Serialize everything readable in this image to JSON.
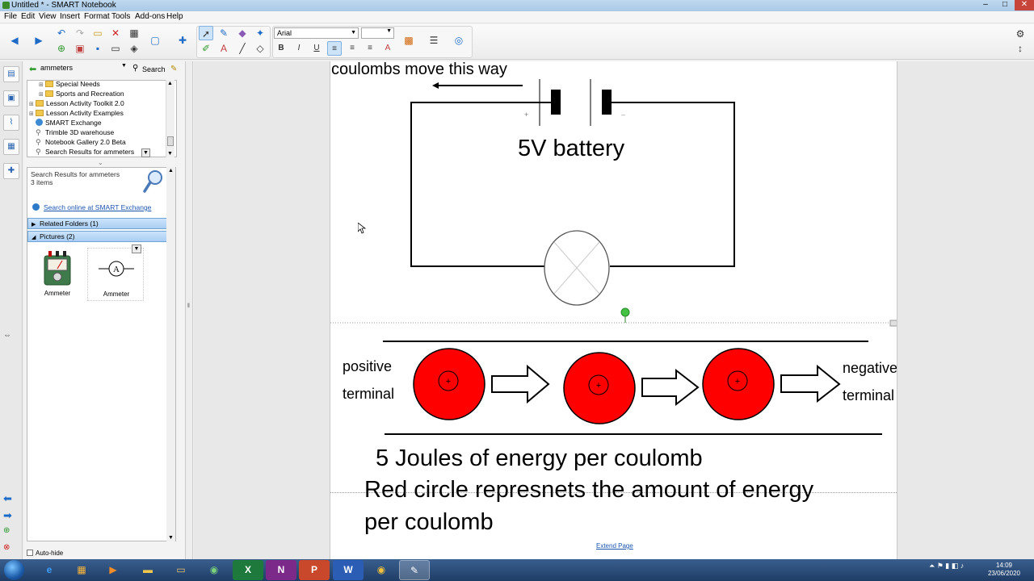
{
  "window": {
    "title": "Untitled * - SMART Notebook",
    "minimize": "–",
    "maximize": "□",
    "close": "✕"
  },
  "menu": {
    "items": [
      "File",
      "Edit",
      "View",
      "Insert",
      "Format",
      "Tools",
      "Add-ons",
      "Help"
    ]
  },
  "toolbar": {
    "font_name": "Arial",
    "font_size": "",
    "bold": "B",
    "italic": "I",
    "underline": "U"
  },
  "gallery": {
    "search_value": "ammeters",
    "search_label": "Search",
    "tree": [
      {
        "label": "Special Needs",
        "indent": 2,
        "kind": "folder"
      },
      {
        "label": "Sports and Recreation",
        "indent": 2,
        "kind": "folder"
      },
      {
        "label": "Lesson Activity Toolkit 2.0",
        "indent": 1,
        "kind": "folder"
      },
      {
        "label": "Lesson Activity Examples",
        "indent": 1,
        "kind": "folder"
      },
      {
        "label": "SMART Exchange",
        "indent": 1,
        "kind": "globe"
      },
      {
        "label": "Trimble 3D warehouse",
        "indent": 1,
        "kind": "wand"
      },
      {
        "label": "Notebook Gallery 2.0 Beta",
        "indent": 1,
        "kind": "wand"
      },
      {
        "label": "Search Results for ammeters",
        "indent": 1,
        "kind": "wand"
      }
    ],
    "results_title": "Search Results for ammeters",
    "results_count": "3 items",
    "search_online": "Search online at SMART Exchange",
    "related_folders": "Related Folders (1)",
    "pictures": "Pictures (2)",
    "thumbs": [
      {
        "caption": "Ammeter",
        "kind": "meter-photo"
      },
      {
        "caption": "Ammeter",
        "kind": "ammeter-symbol"
      }
    ],
    "autohide": "Auto-hide"
  },
  "page": {
    "coulombs_note": "coulombs move this way",
    "battery_label": "5V battery",
    "plus_sign": "+",
    "minus_sign": "–",
    "positive_line1": "positive",
    "positive_line2": "terminal",
    "negative_line1": "negative",
    "negative_line2": "terminal",
    "energy_text": "5 Joules of energy per coulomb",
    "explain_line1": "Red circle represnets the amount of energy",
    "explain_line2": "per coulomb",
    "extend_page": "Extend Page",
    "charge_symbol": "+",
    "colors": {
      "charge": "#ff0000",
      "wire": "#000000"
    }
  },
  "taskbar": {
    "apps": [
      "ie",
      "explorer-folder",
      "media",
      "folder",
      "folder2",
      "network",
      "X",
      "N",
      "P",
      "W",
      "chrome",
      "notebook"
    ],
    "time": "14:09",
    "date": "23/06/2020"
  }
}
